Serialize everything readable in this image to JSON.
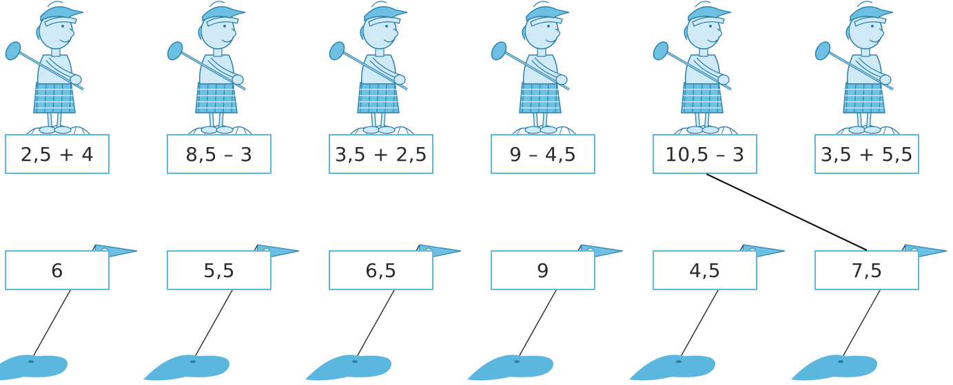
{
  "colors": {
    "box_border": "#5db8de",
    "figure_light": "#cfeaf6",
    "figure_mid": "#6cc0e4",
    "figure_dark": "#2a7fa8",
    "water": "#5bb7de",
    "text": "#2a2a2a",
    "connector_line": "#111111"
  },
  "icons": {
    "golfer": "golfer-figure-icon",
    "flag": "golf-flag-icon",
    "green": "putting-green-icon"
  },
  "golfers": [
    {
      "expression": "2,5 + 4"
    },
    {
      "expression": "8,5 – 3"
    },
    {
      "expression": "3,5 + 2,5"
    },
    {
      "expression": "9 – 4,5"
    },
    {
      "expression": "10,5 – 3"
    },
    {
      "expression": "3,5 + 5,5"
    }
  ],
  "holes": [
    {
      "answer": "6"
    },
    {
      "answer": "5,5"
    },
    {
      "answer": "6,5"
    },
    {
      "answer": "9"
    },
    {
      "answer": "4,5"
    },
    {
      "answer": "7,5"
    }
  ],
  "connections": [
    {
      "from_golfer": 5,
      "to_hole": 6
    }
  ]
}
